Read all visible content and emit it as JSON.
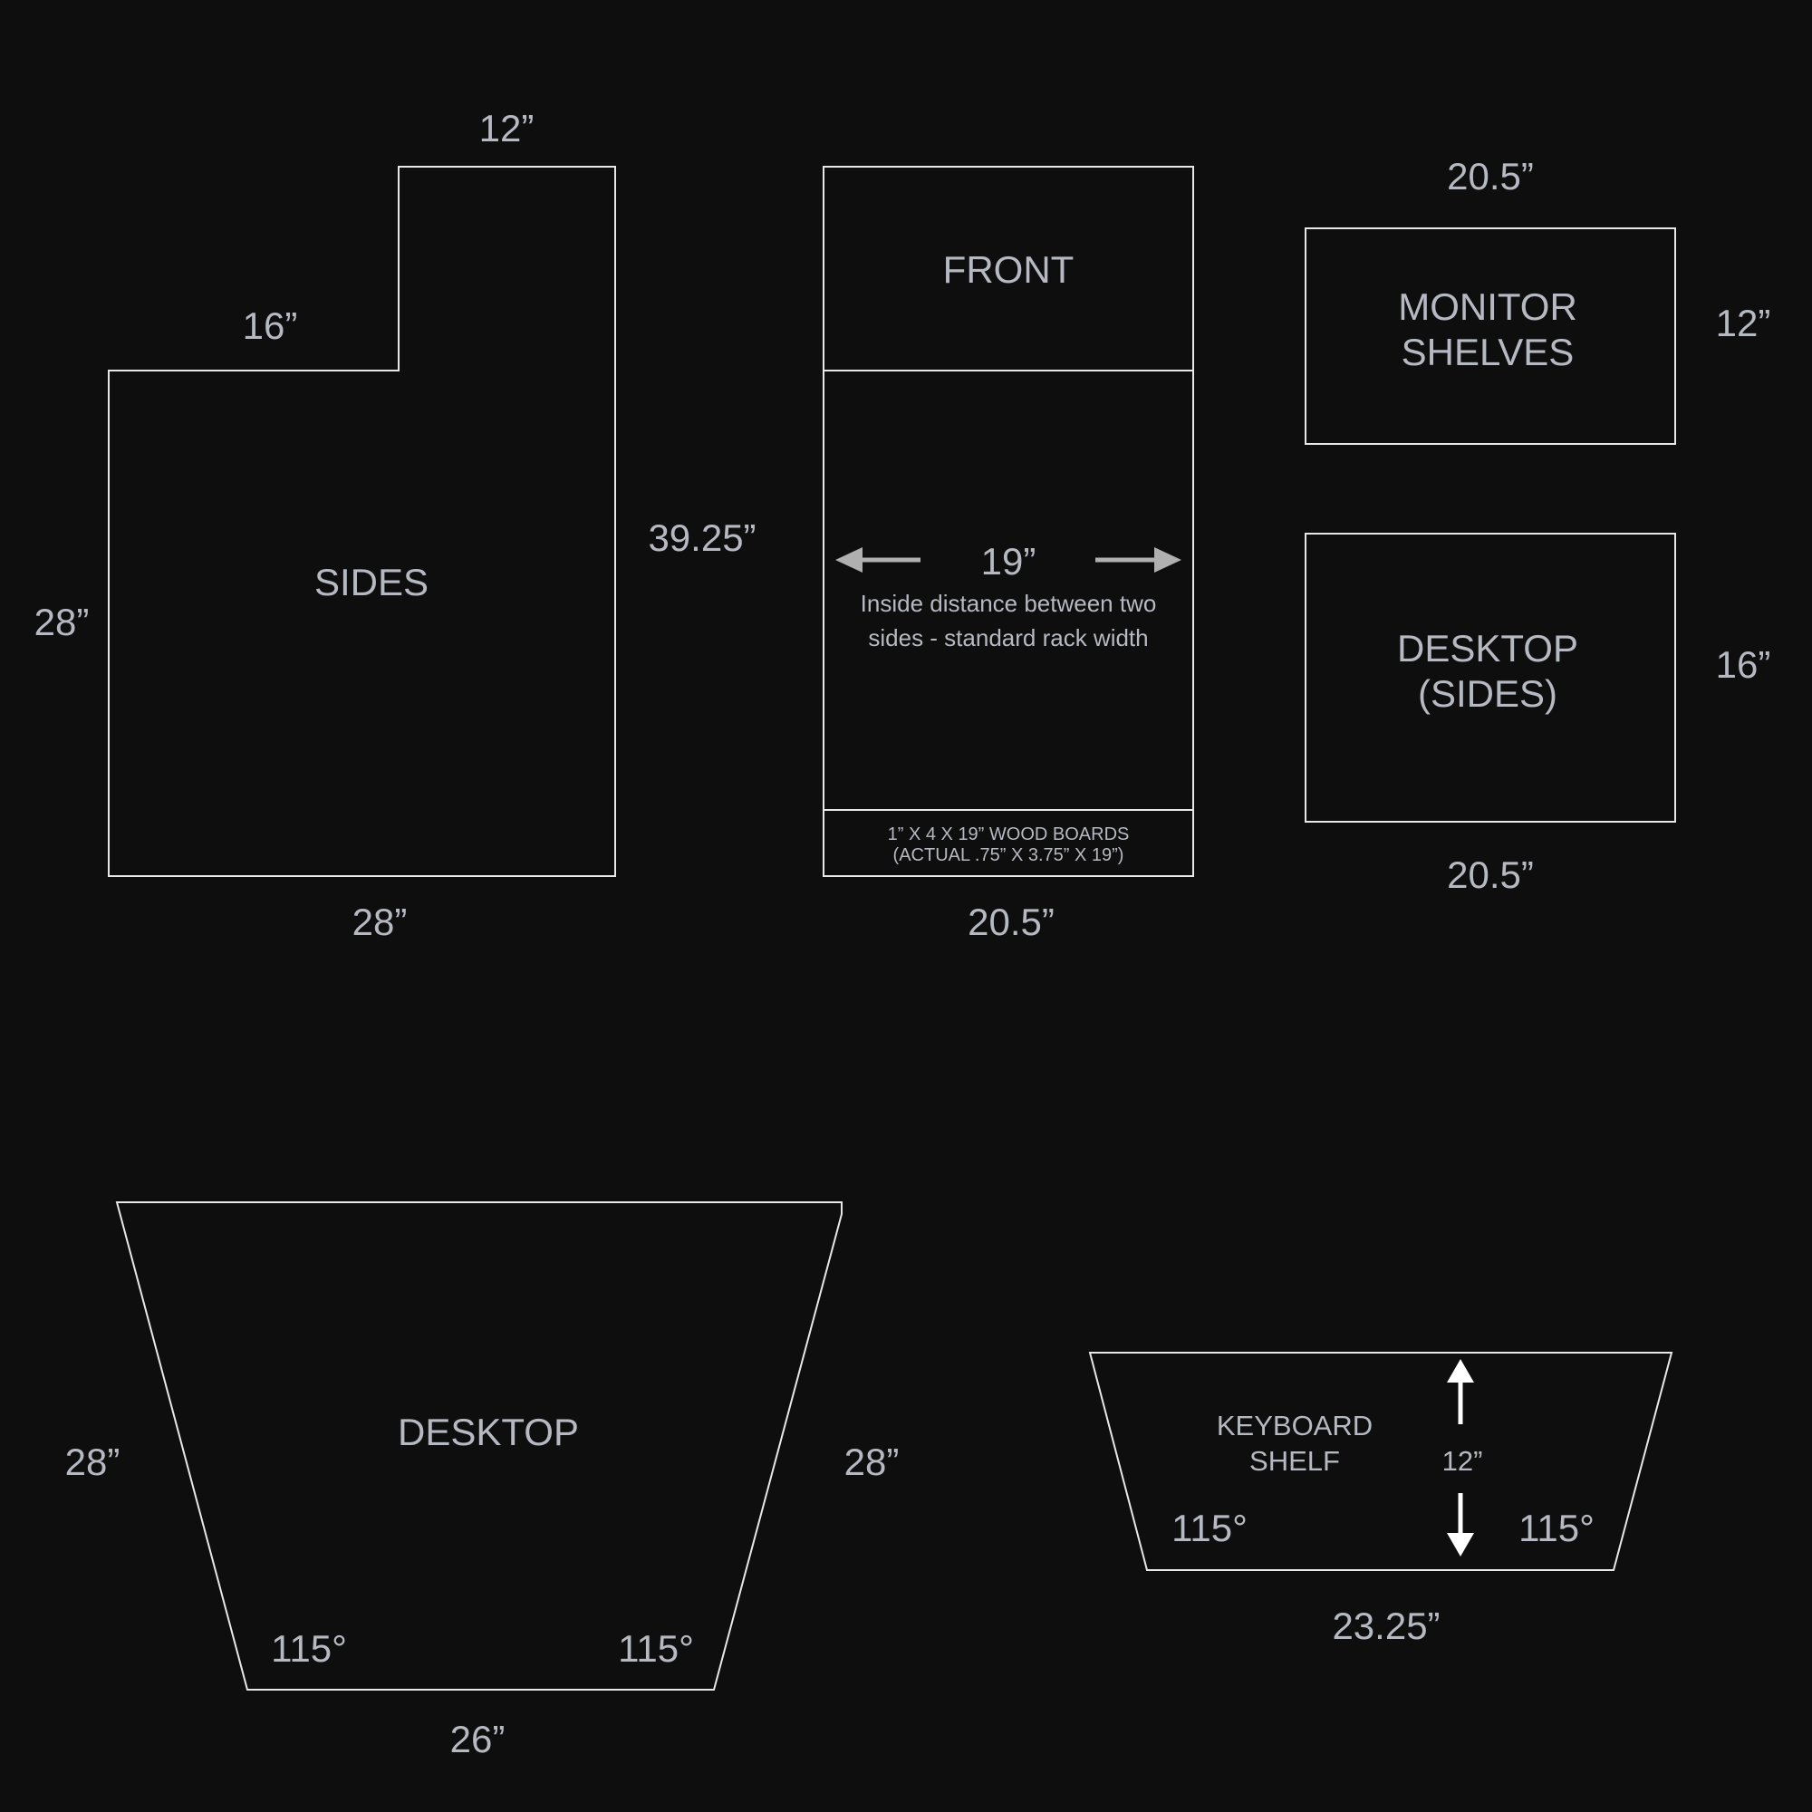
{
  "sides": {
    "title": "SIDES",
    "top_width": "12”",
    "step_width": "16”",
    "left_height": "28”",
    "right_height": "39.25”",
    "bottom_width": "28”"
  },
  "front": {
    "title": "FRONT",
    "inside_width": "19”",
    "inside_note_line1": "Inside distance between two",
    "inside_note_line2": "sides - standard rack width",
    "boards_line1": "1” X 4 X 19” WOOD BOARDS",
    "boards_line2": "(ACTUAL .75” X 3.75” X 19”)",
    "bottom_width": "20.5”"
  },
  "monitor_shelves": {
    "title_line1": "MONITOR",
    "title_line2": "SHELVES",
    "top_width": "20.5”",
    "height": "12”"
  },
  "desktop_sides": {
    "title_line1": "DESKTOP",
    "title_line2": "(SIDES)",
    "height": "16”",
    "bottom_width": "20.5”"
  },
  "desktop": {
    "title": "DESKTOP",
    "left_side": "28”",
    "right_side": "28”",
    "angle_left": "115°",
    "angle_right": "115°",
    "bottom_width": "26”"
  },
  "keyboard_shelf": {
    "title_line1": "KEYBOARD",
    "title_line2": "SHELF",
    "depth": "12”",
    "angle_left": "115°",
    "angle_right": "115°",
    "bottom_width": "23.25”"
  }
}
